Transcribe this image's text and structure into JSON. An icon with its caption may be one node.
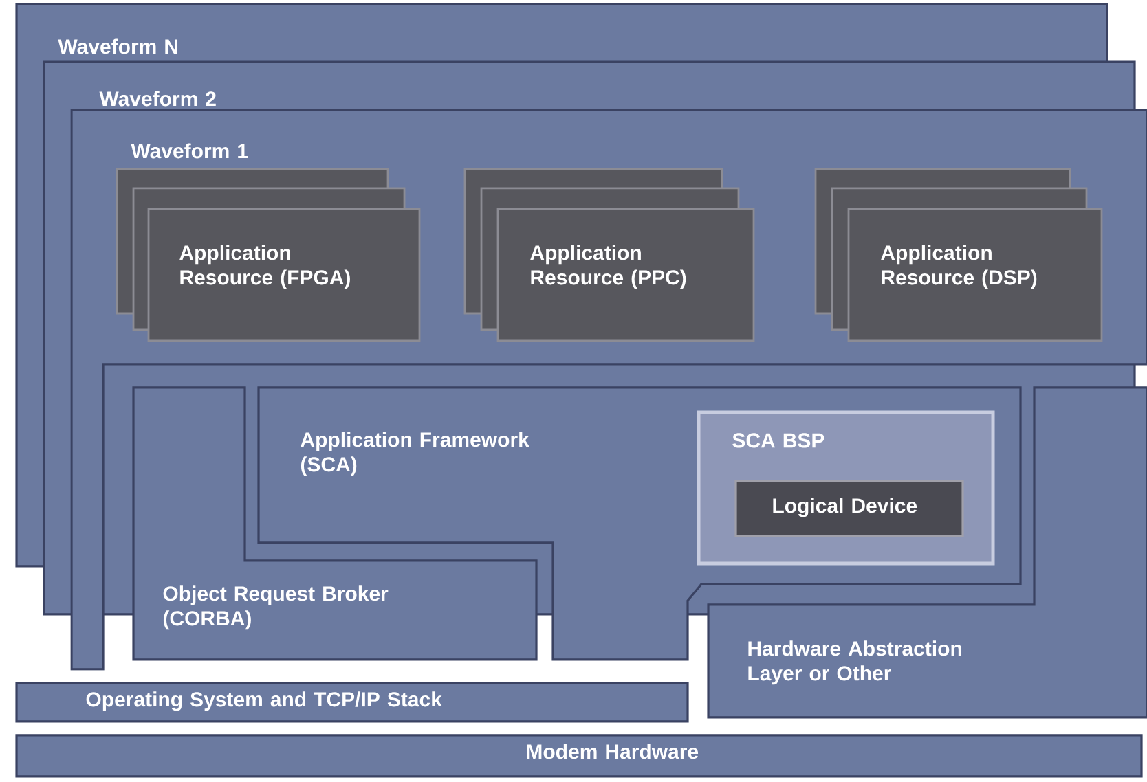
{
  "diagram": {
    "nodes": [
      {
        "text": [
          "Waveform N"
        ]
      },
      {
        "text": [
          "Waveform 2"
        ]
      },
      {
        "text": [
          "Waveform 1"
        ]
      },
      {
        "text": [],
        "shape": "box"
      },
      {
        "text": [],
        "shape": "box"
      },
      {
        "text": [
          "Application Resource (FPGA)"
        ]
      },
      {
        "text": [],
        "shape": "box"
      },
      {
        "text": [],
        "shape": "box"
      },
      {
        "text": [
          "Application Resource (PPC)"
        ]
      },
      {
        "text": [],
        "shape": "box"
      },
      {
        "text": [],
        "shape": "box"
      },
      {
        "text": [
          "Application Resource (DSP)"
        ]
      },
      {
        "text": [
          "Application Framework (SCA)"
        ]
      },
      {
        "text": [
          "SCA BSP"
        ]
      },
      {
        "text": [
          "Logical Device"
        ],
        "in": 13
      },
      {
        "text": [
          "Object Request Broker (CORBA)"
        ]
      },
      {
        "text": [
          "Hardware Abstraction Layer or Other"
        ]
      },
      {
        "text": [
          "Operating System and TCP/IP Stack"
        ]
      },
      {
        "text": [
          "Modem Hardware"
        ]
      }
    ],
    "edges": []
  }
}
